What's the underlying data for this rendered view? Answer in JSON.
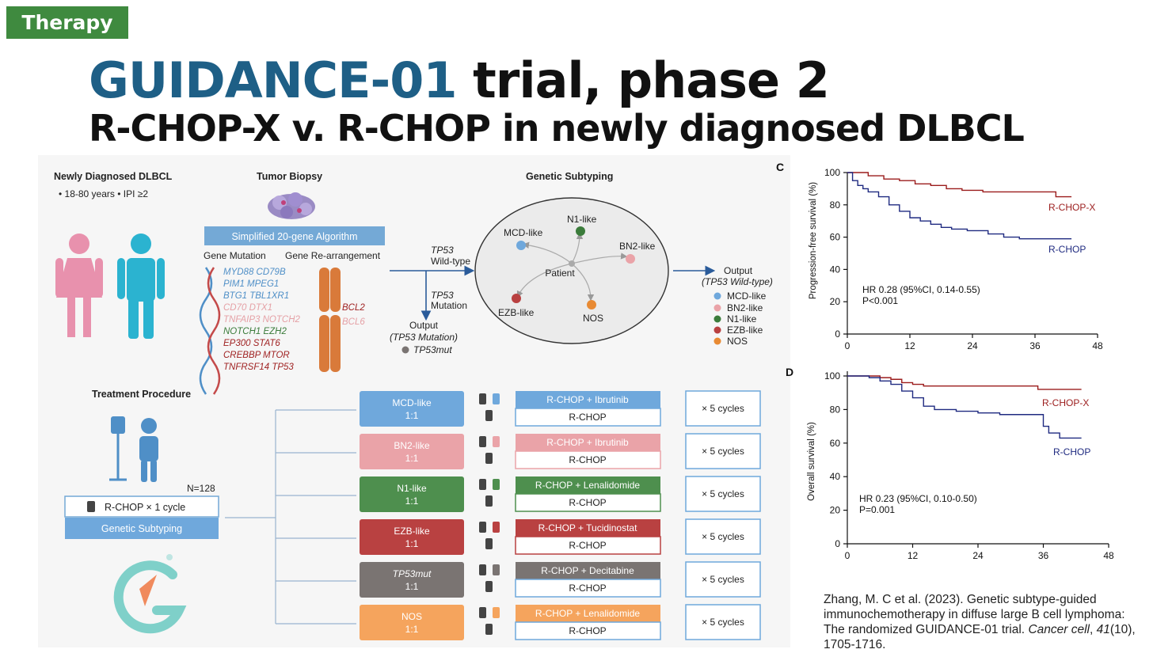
{
  "tag": "Therapy",
  "title": {
    "highlight": "GUIDANCE-01",
    "rest": " trial, phase 2",
    "subtitle": "R-CHOP-X v. R-CHOP in newly diagnosed DLBCL"
  },
  "colors": {
    "tag_green": "#3f8a3f",
    "title_blue": "#1e5f86",
    "rchop_x": "#9b1c1c",
    "rchop": "#1f2a80",
    "mcd": "#6fa8dc",
    "bn2": "#eaa3a8",
    "n1": "#4e8f4e",
    "ezb": "#b94141",
    "tp53": "#7a7472",
    "nos": "#f5a45d"
  },
  "figure": {
    "newly_diagnosed": "Newly Diagnosed DLBCL",
    "criteria": "• 18-80 years   • IPI ≥2",
    "tumor_biopsy": "Tumor Biopsy",
    "algorithm": "Simplified 20-gene Algorithm",
    "gene_mutation": "Gene Mutation",
    "gene_rearrangement": "Gene Re-arrangement",
    "genes": [
      "MYD88 CD79B",
      "PIM1 MPEG1",
      "BTG1 TBL1XR1",
      "CD70 DTX1",
      "TNFAIP3 NOTCH2",
      "NOTCH1 EZH2",
      "EP300 STAT6",
      "CREBBP MTOR",
      "TNFRSF14 TP53"
    ],
    "rearrangements": [
      "BCL2",
      "BCL6"
    ],
    "genetic_subtyping": "Genetic Subtyping",
    "tp53_wt": "TP53",
    "wild_type": "Wild-type",
    "tp53_mut_label": "TP53",
    "mutation": "Mutation",
    "output_mut": "Output",
    "output_mut_sub": "(TP53 Mutation)",
    "tp53mut": "TP53mut",
    "patient": "Patient",
    "subtypes_circle": [
      "MCD-like",
      "N1-like",
      "BN2-like",
      "EZB-like",
      "NOS"
    ],
    "output_wt": "Output",
    "output_wt_sub": "(TP53 Wild-type)",
    "legend": [
      "MCD-like",
      "BN2-like",
      "N1-like",
      "EZB-like",
      "NOS"
    ],
    "treatment_procedure": "Treatment Procedure",
    "n": "N=128",
    "rchop_cycle": "R-CHOP × 1 cycle",
    "genetic_subtyping_box": "Genetic Subtyping",
    "ratio": "1:1",
    "arms": [
      {
        "subtype": "MCD-like",
        "x": "R-CHOP + Ibrutinib",
        "control": "R-CHOP",
        "cycles": "× 5 cycles"
      },
      {
        "subtype": "BN2-like",
        "x": "R-CHOP + Ibrutinib",
        "control": "R-CHOP",
        "cycles": "× 5 cycles"
      },
      {
        "subtype": "N1-like",
        "x": "R-CHOP + Lenalidomide",
        "control": "R-CHOP",
        "cycles": "× 5 cycles"
      },
      {
        "subtype": "EZB-like",
        "x": "R-CHOP + Tucidinostat",
        "control": "R-CHOP",
        "cycles": "× 5 cycles"
      },
      {
        "subtype": "TP53mut",
        "x": "R-CHOP + Decitabine",
        "control": "R-CHOP",
        "cycles": "× 5 cycles"
      },
      {
        "subtype": "NOS",
        "x": "R-CHOP + Lenalidomide",
        "control": "R-CHOP",
        "cycles": "× 5 cycles"
      }
    ]
  },
  "chart_data": [
    {
      "type": "line",
      "panel": "C",
      "ylabel": "Progression-free survival (%)",
      "xticks": [
        0,
        12,
        24,
        36,
        48
      ],
      "yticks": [
        0,
        20,
        40,
        60,
        80,
        100
      ],
      "xlim": [
        0,
        48
      ],
      "ylim": [
        0,
        100
      ],
      "series": [
        {
          "name": "R-CHOP-X",
          "x": [
            0,
            2,
            4,
            7,
            10,
            13,
            16,
            19,
            22,
            26,
            32,
            39,
            40,
            43
          ],
          "y": [
            100,
            100,
            98,
            96,
            95,
            93,
            92,
            90,
            89,
            88,
            88,
            88,
            85,
            85
          ]
        },
        {
          "name": "R-CHOP",
          "x": [
            0,
            1,
            2,
            3,
            4,
            6,
            8,
            10,
            12,
            14,
            16,
            18,
            20,
            23,
            27,
            30,
            33,
            43
          ],
          "y": [
            100,
            95,
            92,
            90,
            88,
            85,
            80,
            76,
            72,
            70,
            68,
            66,
            65,
            64,
            62,
            60,
            59,
            59
          ]
        }
      ],
      "annotation": [
        "HR 0.28 (95%CI, 0.14-0.55)",
        "P<0.001"
      ]
    },
    {
      "type": "line",
      "panel": "D",
      "ylabel": "Overall survival (%)",
      "xticks": [
        0,
        12,
        24,
        36,
        48
      ],
      "yticks": [
        0,
        20,
        40,
        60,
        80,
        100
      ],
      "xlim": [
        0,
        48
      ],
      "ylim": [
        0,
        100
      ],
      "series": [
        {
          "name": "R-CHOP-X",
          "x": [
            0,
            4,
            6,
            8,
            10,
            12,
            14,
            16,
            34,
            35,
            43
          ],
          "y": [
            100,
            100,
            99,
            98,
            96,
            95,
            94,
            94,
            94,
            92,
            92
          ]
        },
        {
          "name": "R-CHOP",
          "x": [
            0,
            4,
            6,
            8,
            10,
            12,
            14,
            16,
            20,
            24,
            28,
            34,
            36,
            37,
            39,
            43
          ],
          "y": [
            100,
            99,
            97,
            95,
            91,
            87,
            82,
            80,
            79,
            78,
            77,
            77,
            70,
            66,
            63,
            63
          ]
        }
      ],
      "annotation": [
        "HR 0.23 (95%CI, 0.10-0.50)",
        "P=0.001"
      ]
    }
  ],
  "citation": {
    "text": "Zhang, M. C et al. (2023). Genetic subtype-guided immunochemotherapy in diffuse large B cell lymphoma: The randomized GUIDANCE-01 trial.",
    "journal": "Cancer cell",
    "volume": "41",
    "issue_pages": "(10), 1705-1716."
  }
}
